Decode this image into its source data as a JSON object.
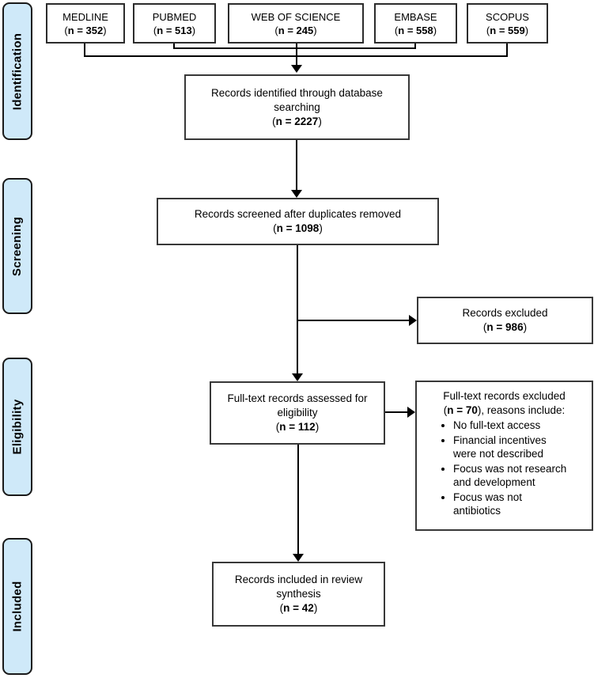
{
  "sidebar": {
    "stages": [
      {
        "label": "Identification"
      },
      {
        "label": "Screening"
      },
      {
        "label": "Eligibility"
      },
      {
        "label": "Included"
      }
    ]
  },
  "databases": [
    {
      "name": "MEDLINE",
      "count": {
        "open": "(",
        "value": "n = 352",
        "close": ")"
      }
    },
    {
      "name": "PUBMED",
      "count": {
        "open": "(",
        "value": "n = 513",
        "close": ")"
      }
    },
    {
      "name": "WEB OF SCIENCE",
      "count": {
        "open": "(",
        "value": "n = 245",
        "close": ")"
      }
    },
    {
      "name": "EMBASE",
      "count": {
        "open": "(",
        "value": "n = 558",
        "close": ")"
      }
    },
    {
      "name": "SCOPUS",
      "count": {
        "open": "(",
        "value": "n = 559",
        "close": ")"
      }
    }
  ],
  "flow": {
    "identified": {
      "text": "Records identified through database searching",
      "count": {
        "open": "(",
        "value": "n = 2227",
        "close": ")"
      }
    },
    "screened": {
      "text": "Records screened after duplicates removed",
      "count": {
        "open": "(",
        "value": "n = 1098",
        "close": ")"
      }
    },
    "records_excluded": {
      "text": "Records excluded",
      "count": {
        "open": "(",
        "value": "n = 986",
        "close": ")"
      }
    },
    "fulltext_assessed": {
      "text": "Full-text records assessed for eligibility",
      "count": {
        "open": "(",
        "value": "n = 112",
        "close": ")"
      }
    },
    "fulltext_excluded": {
      "line1": "Full-text records excluded",
      "line2": {
        "open": "(",
        "value": "n = 70",
        "close": "), reasons include:"
      },
      "reasons": [
        "No full-text access",
        "Financial incentives were not described",
        "Focus was not research and development",
        "Focus was not antibiotics"
      ]
    },
    "included": {
      "text": "Records included in review synthesis",
      "count": {
        "open": "(",
        "value": "n = 42",
        "close": ")"
      }
    }
  },
  "colors": {
    "stage_fill": "#cfe9f9",
    "box_border": "#383838",
    "line": "#000000"
  }
}
